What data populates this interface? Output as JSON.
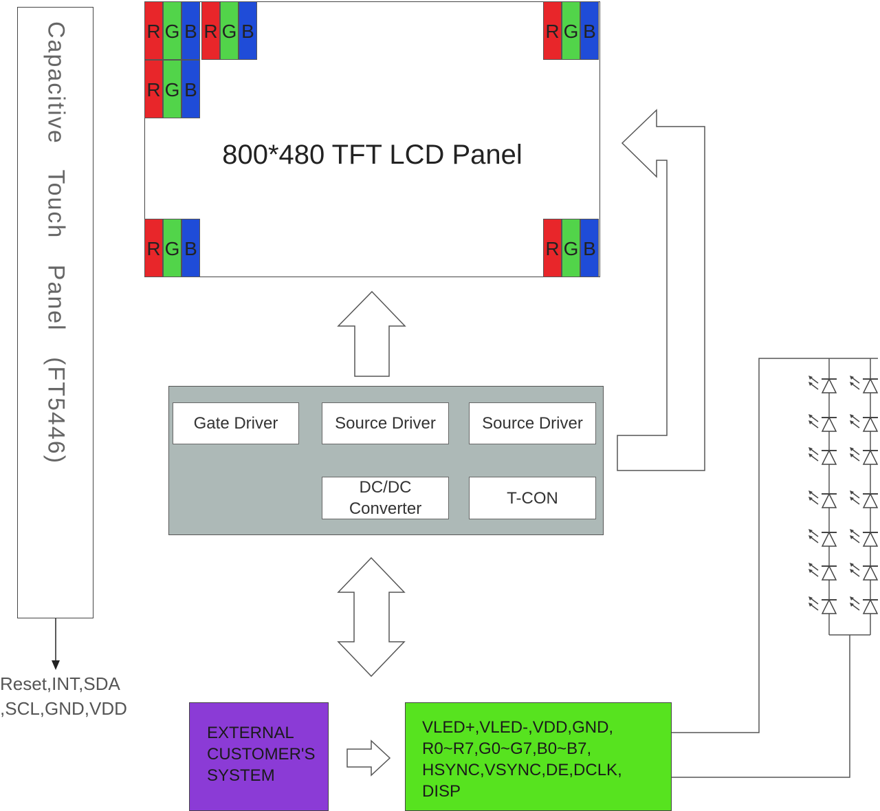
{
  "touch_panel": {
    "label": "Capacitive Touch Panel (FT5446)",
    "signals_line1": "Reset,INT,SDA",
    "signals_line2": ",SCL,GND,VDD"
  },
  "lcd_panel": {
    "title": "800*480 TFT LCD Panel",
    "subpixels": [
      "R",
      "G",
      "B"
    ]
  },
  "driver_block": {
    "gate_driver": "Gate Driver",
    "source_driver_1": "Source Driver",
    "source_driver_2": "Source Driver",
    "dcdc_line1": "DC/DC",
    "dcdc_line2": "Converter",
    "tcon": "T-CON"
  },
  "external_system": {
    "line1": "EXTERNAL",
    "line2": "CUSTOMER'S",
    "line3": "SYSTEM"
  },
  "interface_signals": {
    "line1": "VLED+,VLED-,VDD,GND,",
    "line2": "R0~R7,G0~G7,B0~B7,",
    "line3": "HSYNC,VSYNC,DE,DCLK,",
    "line4": "DISP"
  },
  "colors": {
    "red": "#e8262a",
    "green": "#52d44a",
    "blue": "#1f4cd8",
    "driver_block": "#adb9b7",
    "external_system": "#8b3bd6",
    "interface_box": "#57e31f"
  }
}
